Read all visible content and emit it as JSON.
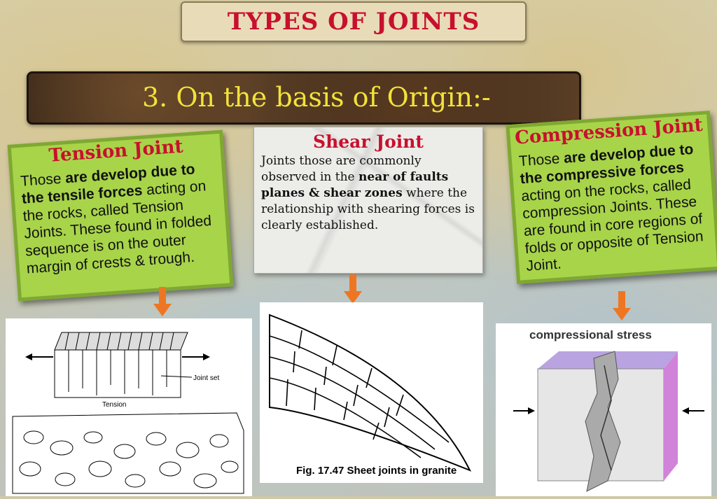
{
  "title": "TYPES OF JOINTS",
  "subtitle": "3. On the basis of Origin:-",
  "tension": {
    "title": "Tension Joint",
    "l1": "Those ",
    "l1b": "are develop due to the tensile forces",
    "l2": " acting on the rocks, called Tension Joints. These found in folded sequence is on the outer margin of crests & trough."
  },
  "shear": {
    "title": "Shear Joint",
    "p1": "Joints those are commonly observed in the ",
    "p1b": "near of faults planes & shear zones",
    "p2": " where the relationship with shearing forces is clearly established."
  },
  "compression": {
    "title": "Compression Joint",
    "l1": "Those ",
    "l1b": "are develop due to the compressive forces",
    "l2": " acting on the rocks, called compression Joints. These are found in core regions of folds or opposite of Tension Joint."
  },
  "diagrams": {
    "tension_label": "Tension",
    "joint_set_label": "Joint set",
    "sheet_caption": "Fig. 17.47 Sheet joints in granite",
    "compression_caption": "compressional stress"
  },
  "colors": {
    "title_red": "#c8102e",
    "banner_yellow": "#f2e23a",
    "card_green": "#a8d44a",
    "arrow_orange": "#ee7623"
  }
}
